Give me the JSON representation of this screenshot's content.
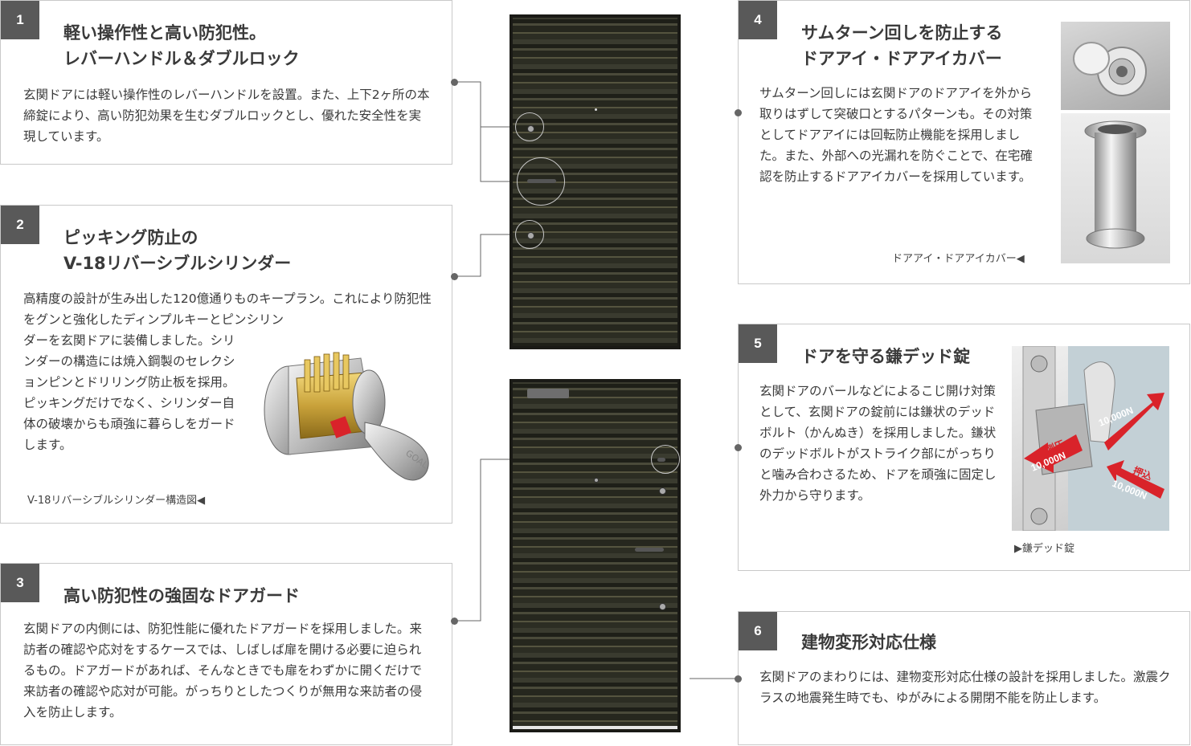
{
  "sections": [
    {
      "number": "1",
      "title_lines": [
        "軽い操作性と高い防犯性。",
        "レバーハンドル＆ダブルロック"
      ],
      "body": "玄関ドアには軽い操作性のレバーハンドルを設置。また、上下2ヶ所の本締錠により、高い防犯効果を生むダブルロックとし、優れた安全性を実現しています。"
    },
    {
      "number": "2",
      "title_lines": [
        "ピッキング防止の",
        "V-18リバーシブルシリンダー"
      ],
      "body_top": "高精度の設計が生み出した120億通りものキープラン。これにより防犯性をグンと強化したディンプルキーとピンシリン",
      "body_side": "ダーを玄関ドアに装備しました。シリンダーの構造には焼入鋼製のセレクションピンとドリリング防止板を採用。ピッキングだけでなく、シリンダー自体の破壊からも頑強に暮らしをガードします。",
      "caption": "V-18リバーシブルシリンダー構造図◀",
      "key_text": "GOAL"
    },
    {
      "number": "3",
      "title_lines": [
        "高い防犯性の強固なドアガード"
      ],
      "body": "玄関ドアの内側には、防犯性能に優れたドアガードを採用しました。来訪者の確認や応対をするケースでは、しばしば扉を開ける必要に迫られるもの。ドアガードがあれば、そんなときでも扉をわずかに開くだけで来訪者の確認や応対が可能。がっちりとしたつくりが無用な来訪者の侵入を防止します。"
    },
    {
      "number": "4",
      "title_lines": [
        "サムターン回しを防止する",
        "ドアアイ・ドアアイカバー"
      ],
      "body": "サムターン回しには玄関ドアのドアアイを外から取りはずして突破口とするパターンも。その対策としてドアアイには回転防止機能を採用しました。また、外部への光漏れを防ぐことで、在宅確認を防止するドアアイカバーを採用しています。",
      "caption": "ドアアイ・ドアアイカバー◀"
    },
    {
      "number": "5",
      "title_lines": [
        "ドアを守る鎌デッド錠"
      ],
      "body": "玄関ドアのバールなどによるこじ開け対策として、玄関ドアの錠前には鎌状のデッドボルト（かんぬき）を採用しました。鎌状のデッドボルトがストライク部にがっちりと噛み合わさるため、ドアを頑強に固定し外力から守ります。",
      "caption": "▶鎌デッド錠",
      "force_labels": [
        "10,000N",
        "側圧",
        "10,000N",
        "押込",
        "10,000N"
      ]
    },
    {
      "number": "6",
      "title_lines": [
        "建物変形対応仕様"
      ],
      "body": "玄関ドアのまわりには、建物変形対応仕様の設計を採用しました。激震クラスの地震発生時でも、ゆがみによる開閉不能を防止します。"
    }
  ],
  "colors": {
    "badge": "#595959",
    "border": "#c9c9c9",
    "arrow_red": "#d9232a",
    "door": "#2a2b22"
  }
}
